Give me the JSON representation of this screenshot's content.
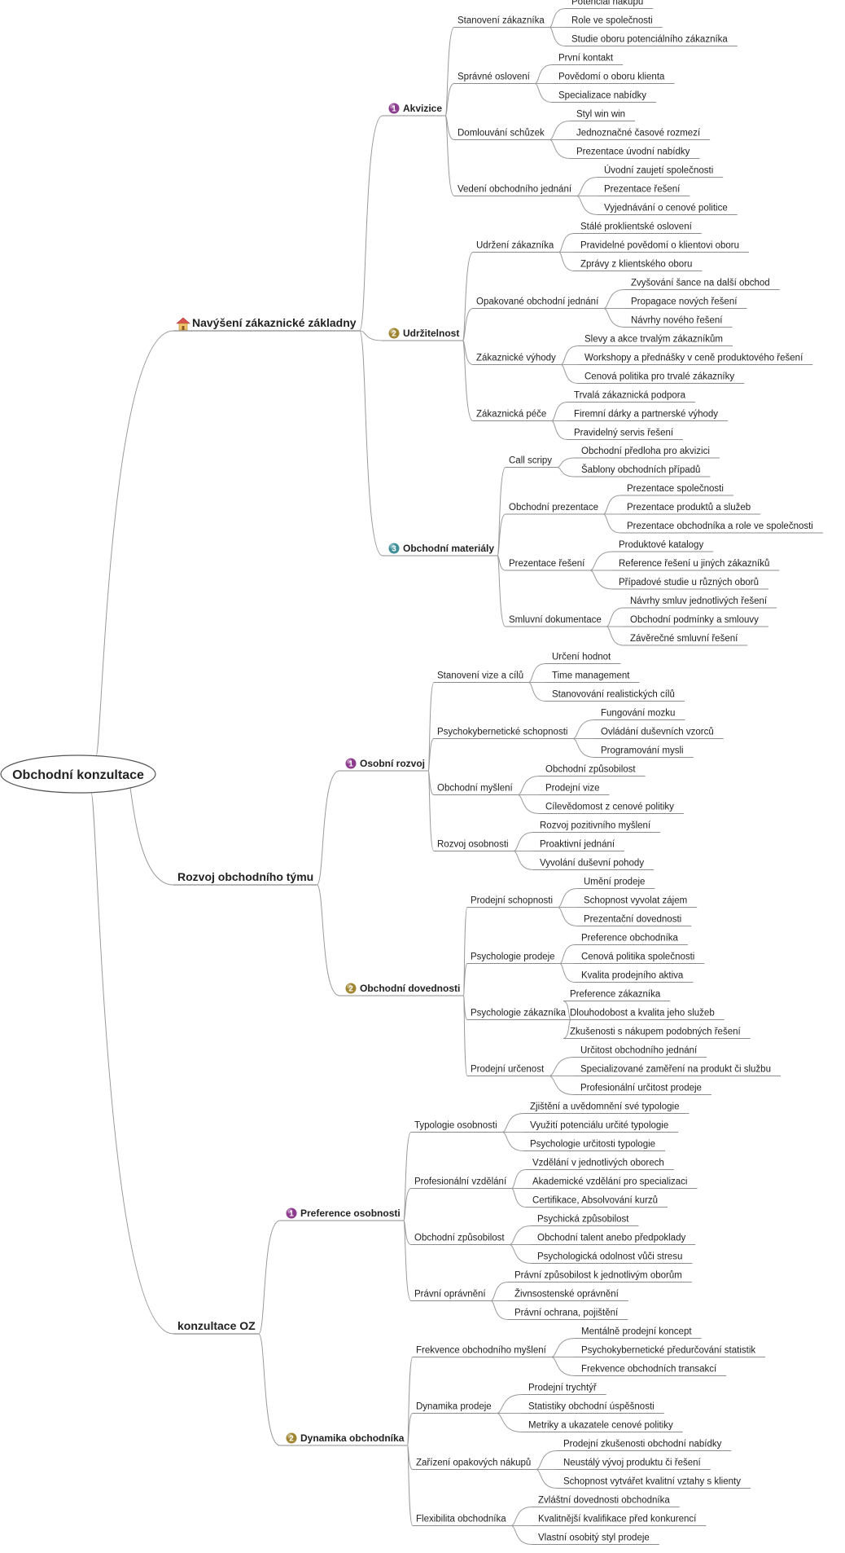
{
  "root": {
    "label": "Obchodní konzultace"
  },
  "branches": [
    {
      "label": "Navýšení zákaznické základny",
      "icon": "house-icon",
      "children": [
        {
          "label": "Akvizice",
          "badge": "1",
          "badge_color": "#8e3d8e",
          "children": [
            {
              "label": "Stanovení zákazníka",
              "children": [
                "Potenciál nákupu",
                "Role ve společnosti",
                "Studie oboru potenciálního zákazníka"
              ]
            },
            {
              "label": "Správné oslovení",
              "children": [
                "První kontakt",
                "Povědomí o oboru klienta",
                "Specializace nabídky"
              ]
            },
            {
              "label": "Domlouvání schůzek",
              "children": [
                "Styl win win",
                "Jednoznačné časové rozmezí",
                "Prezentace úvodní nabídky"
              ]
            },
            {
              "label": "Vedení obchodního jednání",
              "children": [
                "Úvodní zaujetí společnosti",
                "Prezentace řešení",
                "Vyjednávání o cenové politice"
              ]
            }
          ]
        },
        {
          "label": "Udržitelnost",
          "badge": "2",
          "badge_color": "#a08530",
          "children": [
            {
              "label": "Udržení zákazníka",
              "children": [
                "Stálé proklientské oslovení",
                "Pravidelné povědomí o klientovi oboru",
                "Zprávy z klientského oboru"
              ]
            },
            {
              "label": "Opakované obchodní jednání",
              "children": [
                "Zvyšování šance na další obchod",
                "Propagace nových řešení",
                "Návrhy nového řešení"
              ]
            },
            {
              "label": "Zákaznické výhody",
              "children": [
                "Slevy a akce trvalým zákazníkům",
                "Workshopy a přednášky v ceně produktového řešení",
                "Cenová politika pro trvalé zákazníky"
              ]
            },
            {
              "label": "Zákaznická péče",
              "children": [
                "Trvalá zákaznická podpora",
                "Firemní dárky a partnerské výhody",
                "Pravidelný servis řešení"
              ]
            }
          ]
        },
        {
          "label": "Obchodní materiály",
          "badge": "3",
          "badge_color": "#3f8f9a",
          "children": [
            {
              "label": "Call scripy",
              "children": [
                "Obchodní předloha pro akvizici",
                "Šablony obchodních případů"
              ]
            },
            {
              "label": "Obchodní prezentace",
              "children": [
                "Prezentace společnosti",
                "Prezentace produktů a služeb",
                "Prezentace obchodníka a role ve společnosti"
              ]
            },
            {
              "label": "Prezentace řešení",
              "children": [
                "Produktové katalogy",
                "Reference řešení u jiných zákazníků",
                "Případové studie u různých oborů"
              ]
            },
            {
              "label": "Smluvní dokumentace",
              "children": [
                "Návrhy smluv jednotlivých řešení",
                "Obchodní podmínky a smlouvy",
                "Závěrečné smluvní řešení"
              ]
            }
          ]
        }
      ]
    },
    {
      "label": "Rozvoj obchodního týmu",
      "children": [
        {
          "label": "Osobní rozvoj",
          "badge": "1",
          "badge_color": "#8e3d8e",
          "children": [
            {
              "label": "Stanovení vize a cílů",
              "children": [
                "Určení hodnot",
                "Time management",
                "Stanovování realistických cílů"
              ]
            },
            {
              "label": "Psychokybernetické schopnosti",
              "children": [
                "Fungování mozku",
                "Ovládání duševních vzorců",
                "Programování mysli"
              ]
            },
            {
              "label": "Obchodní myšlení",
              "children": [
                "Obchodní způsobilost",
                "Prodejní vize",
                "Cílevědomost z cenové politiky"
              ]
            },
            {
              "label": "Rozvoj osobnosti",
              "children": [
                "Rozvoj pozitivního myšlení",
                "Proaktivní jednání",
                "Vyvolání duševní pohody"
              ]
            }
          ]
        },
        {
          "label": "Obchodní dovednosti",
          "badge": "2",
          "badge_color": "#a08530",
          "children": [
            {
              "label": "Prodejní schopnosti",
              "children": [
                "Umění prodeje",
                "Schopnost vyvolat zájem",
                "Prezentační dovednosti"
              ]
            },
            {
              "label": "Psychologie prodeje",
              "children": [
                "Preference obchodníka",
                "Cenová politika společnosti",
                "Kvalita prodejního aktiva"
              ]
            },
            {
              "label": "Psychologie zákazníka",
              "children": [
                "Preference zákazníka",
                "Dlouhodobost a kvalita jeho služeb",
                "Zkušenosti s nákupem podobných řešení"
              ]
            },
            {
              "label": "Prodejní určenost",
              "children": [
                "Určitost obchodního jednání",
                "Specializované zaměření na produkt či službu",
                "Profesionální určitost prodeje"
              ]
            }
          ]
        }
      ]
    },
    {
      "label": "konzultace OZ",
      "children": [
        {
          "label": "Preference osobnosti",
          "badge": "1",
          "badge_color": "#8e3d8e",
          "children": [
            {
              "label": "Typologie osobnosti",
              "children": [
                "Zjištění a uvědomnění své typologie",
                "Využití potenciálu určité typologie",
                "Psychologie určitosti typologie"
              ]
            },
            {
              "label": "Profesionální vzdělání",
              "children": [
                "Vzdělání v jednotlivých oborech",
                "Akademické vzdělání pro specializaci",
                "Certifikace, Absolvování kurzů"
              ]
            },
            {
              "label": "Obchodní způsobilost",
              "children": [
                "Psychická způsobilost",
                "Obchodní talent anebo předpoklady",
                "Psychologická odolnost vůči stresu"
              ]
            },
            {
              "label": "Právní oprávnění",
              "children": [
                "Právní způsobilost k jednotlivým oborům",
                "Živnsostenské oprávnění",
                "Právní ochrana, pojištění"
              ]
            }
          ]
        },
        {
          "label": "Dynamika obchodníka",
          "badge": "2",
          "badge_color": "#a08530",
          "children": [
            {
              "label": "Frekvence obchodního myšlení",
              "children": [
                "Mentálně prodejní koncept",
                "Psychokybernetické předurčování statistik",
                "Frekvence obchodních transakcí"
              ]
            },
            {
              "label": "Dynamika prodeje",
              "children": [
                "Prodejní trychtýř",
                "Statistiky obchodní úspěšnosti",
                "Metriky a ukazatele cenové politiky"
              ]
            },
            {
              "label": "Zařízení opakových nákupů",
              "children": [
                "Prodejní zkušenosti obchodní nabídky",
                "Neustálý vývoj produktu či řešení",
                "Schopnost vytvářet kvalitní vztahy s klienty"
              ]
            },
            {
              "label": "Flexibilita obchodníka",
              "children": [
                "Zvláštní dovednosti obchodníka",
                "Kvalitnější kvalifikace před konkurencí",
                "Vlastní osobitý styl prodeje"
              ]
            }
          ]
        }
      ]
    }
  ]
}
